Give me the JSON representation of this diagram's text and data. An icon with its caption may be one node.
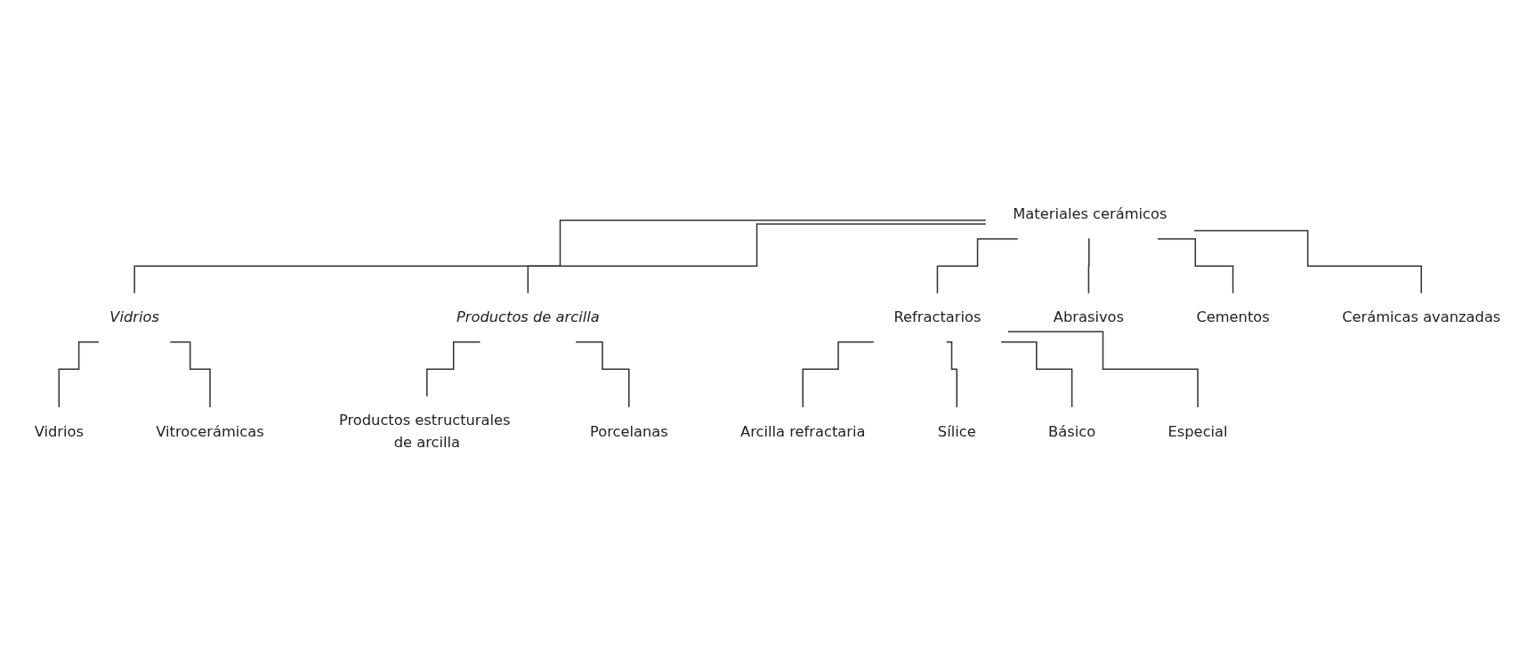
{
  "diagram": {
    "nodes": [
      {
        "text": [
          "Materiales cerámicos"
        ]
      },
      {
        "text": [
          "Vidrios"
        ]
      },
      {
        "text": [
          "Productos de arcilla"
        ]
      },
      {
        "text": [
          "Refractarios"
        ]
      },
      {
        "text": [
          "Abrasivos"
        ]
      },
      {
        "text": [
          "Cementos"
        ]
      },
      {
        "text": [
          "Cerámicas avanzadas"
        ]
      },
      {
        "text": [
          "Vidrios"
        ]
      },
      {
        "text": [
          "Vitrocerámicas"
        ]
      },
      {
        "text": [
          "Productos estructurales de arcilla"
        ]
      },
      {
        "text": [
          "Porcelanas"
        ]
      },
      {
        "text": [
          "Arcilla refractaria"
        ]
      },
      {
        "text": [
          "Sílice"
        ]
      },
      {
        "text": [
          "Básico"
        ]
      },
      {
        "text": [
          "Especial"
        ]
      }
    ],
    "edges": [
      {
        "from": 0,
        "to": 1,
        "arrow": "none"
      },
      {
        "from": 0,
        "to": 2,
        "arrow": "none"
      },
      {
        "from": 0,
        "to": 3,
        "arrow": "none"
      },
      {
        "from": 0,
        "to": 4,
        "arrow": "none"
      },
      {
        "from": 0,
        "to": 5,
        "arrow": "none"
      },
      {
        "from": 0,
        "to": 6,
        "arrow": "none"
      },
      {
        "from": 1,
        "to": 7,
        "arrow": "none"
      },
      {
        "from": 1,
        "to": 8,
        "arrow": "none"
      },
      {
        "from": 2,
        "to": 9,
        "arrow": "none"
      },
      {
        "from": 2,
        "to": 10,
        "arrow": "none"
      },
      {
        "from": 3,
        "to": 11,
        "arrow": "none"
      },
      {
        "from": 3,
        "to": 12,
        "arrow": "none"
      },
      {
        "from": 3,
        "to": 13,
        "arrow": "none"
      },
      {
        "from": 3,
        "to": 14,
        "arrow": "none"
      }
    ]
  }
}
